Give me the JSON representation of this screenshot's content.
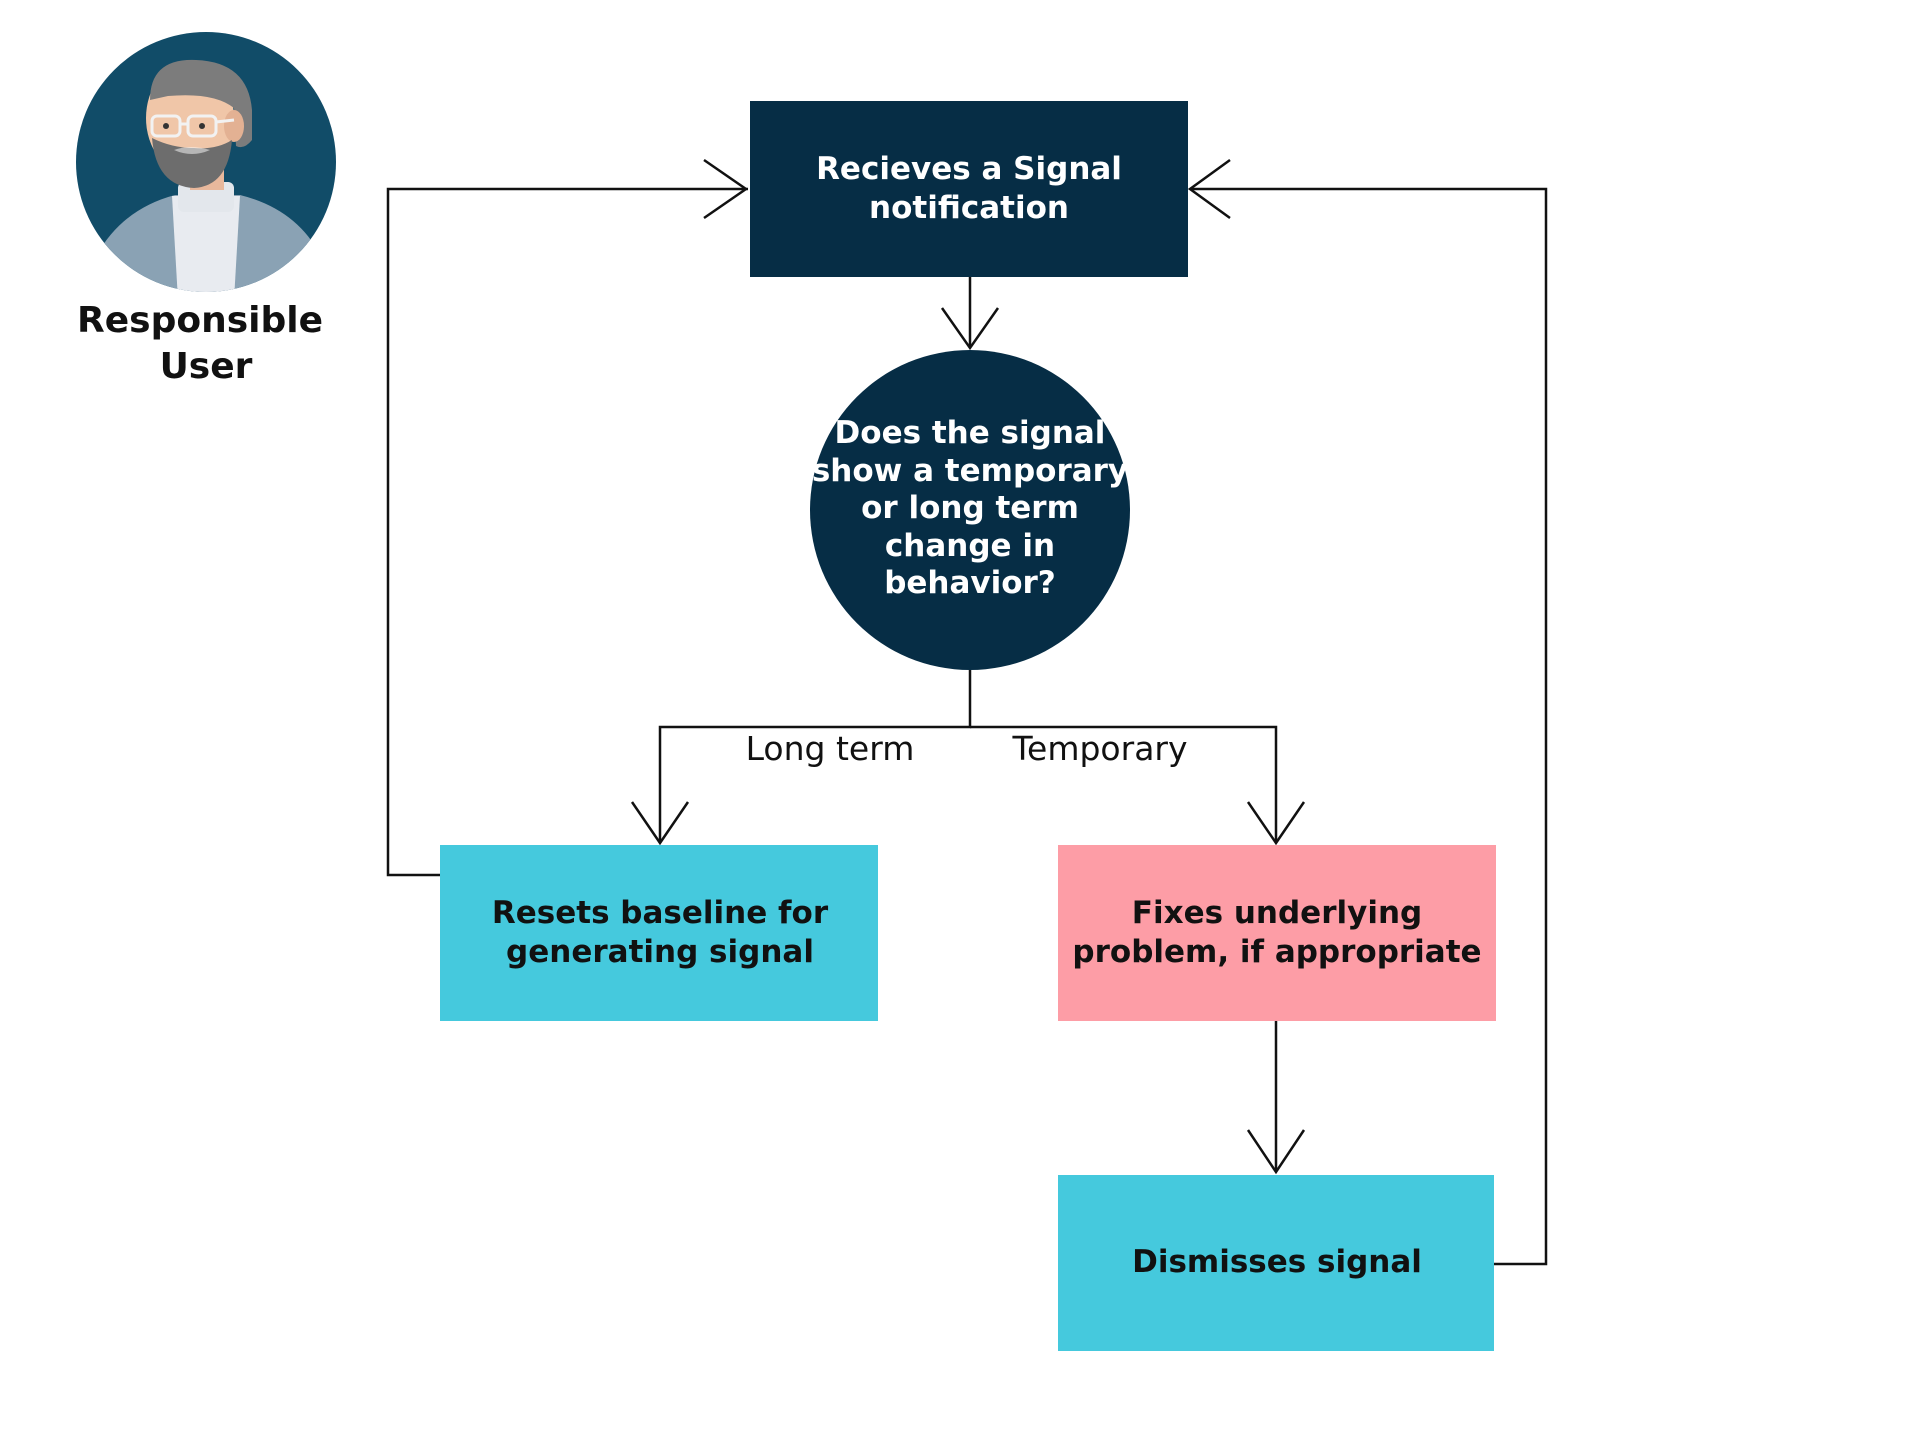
{
  "actor": {
    "icon": "user-avatar-icon",
    "label_line1": "Responsible",
    "label_line2": "User"
  },
  "nodes": {
    "receive": {
      "line1": "Recieves a Signal",
      "line2": "notification",
      "fill": "#062d45",
      "text_color": "#ffffff"
    },
    "decision": {
      "line1": "Does the signal",
      "line2": "show a temporary",
      "line3": "or long term",
      "line4": "change in",
      "line5": "behavior?",
      "fill": "#062d45",
      "text_color": "#ffffff"
    },
    "reset": {
      "line1": "Resets baseline for",
      "line2": "generating signal",
      "fill": "#45c9dd",
      "text_color": "#111111"
    },
    "fix": {
      "line1": "Fixes underlying",
      "line2": "problem, if appropriate",
      "fill": "#fd9da6",
      "text_color": "#111111"
    },
    "dismiss": {
      "line1": "Dismisses signal",
      "fill": "#45c9dd",
      "text_color": "#111111"
    }
  },
  "edges": {
    "long_term_label": "Long term",
    "temporary_label": "Temporary"
  }
}
